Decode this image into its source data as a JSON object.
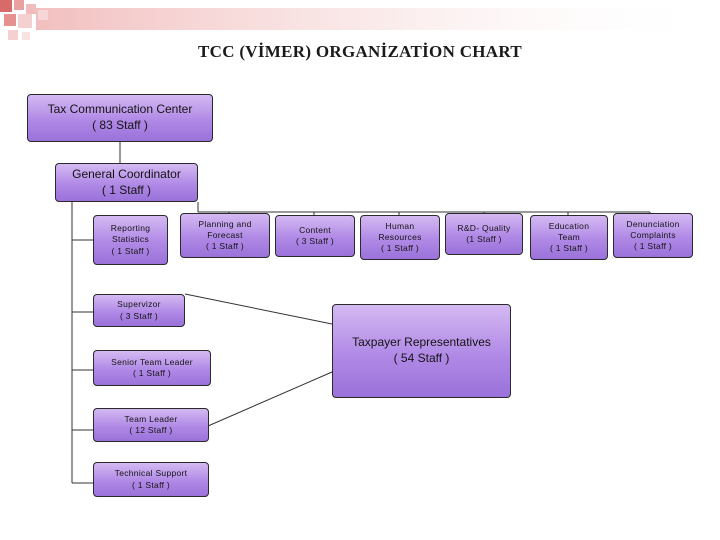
{
  "title": "TCC (VİMER) ORGANİZATİON CHART",
  "colors": {
    "box_fill": "#b089e6",
    "box_border": "#2a2a2a",
    "deco": "#e07a7a"
  },
  "nodes": {
    "center": {
      "line1": "Tax Communication Center",
      "line2": "( 83 Staff )"
    },
    "coordinator": {
      "line1": "General Coordinator",
      "line2": "( 1 Staff )"
    },
    "reporting": {
      "line1": "Reporting",
      "line2": "Statistics",
      "line3": "( 1 Staff )"
    },
    "planning": {
      "line1": "Planning and",
      "line2": "Forecast",
      "line3": "( 1 Staff )"
    },
    "content": {
      "line1": "Content",
      "line2": "( 3 Staff )"
    },
    "hr": {
      "line1": "Human",
      "line2": "Resources",
      "line3": "( 1 Staff )"
    },
    "rnd": {
      "line1": "R&D- Quality",
      "line2": "(1 Staff )"
    },
    "education": {
      "line1": "Education",
      "line2": "Team",
      "line3": "( 1 Staff )"
    },
    "denunciation": {
      "line1": "Denunciation",
      "line2": "Complaints",
      "line3": "( 1 Staff )"
    },
    "supervizor": {
      "line1": "Supervizor",
      "line2": "( 3 Staff )"
    },
    "senior_leader": {
      "line1": "Senior Team Leader",
      "line2": "( 1 Staff )"
    },
    "team_leader": {
      "line1": "Team Leader",
      "line2": "( 12 Staff )"
    },
    "tech_support": {
      "line1": "Technical Support",
      "line2": "( 1 Staff )"
    },
    "taxpayer": {
      "line1": "Taxpayer Representatives",
      "line2": "( 54 Staff )"
    }
  }
}
